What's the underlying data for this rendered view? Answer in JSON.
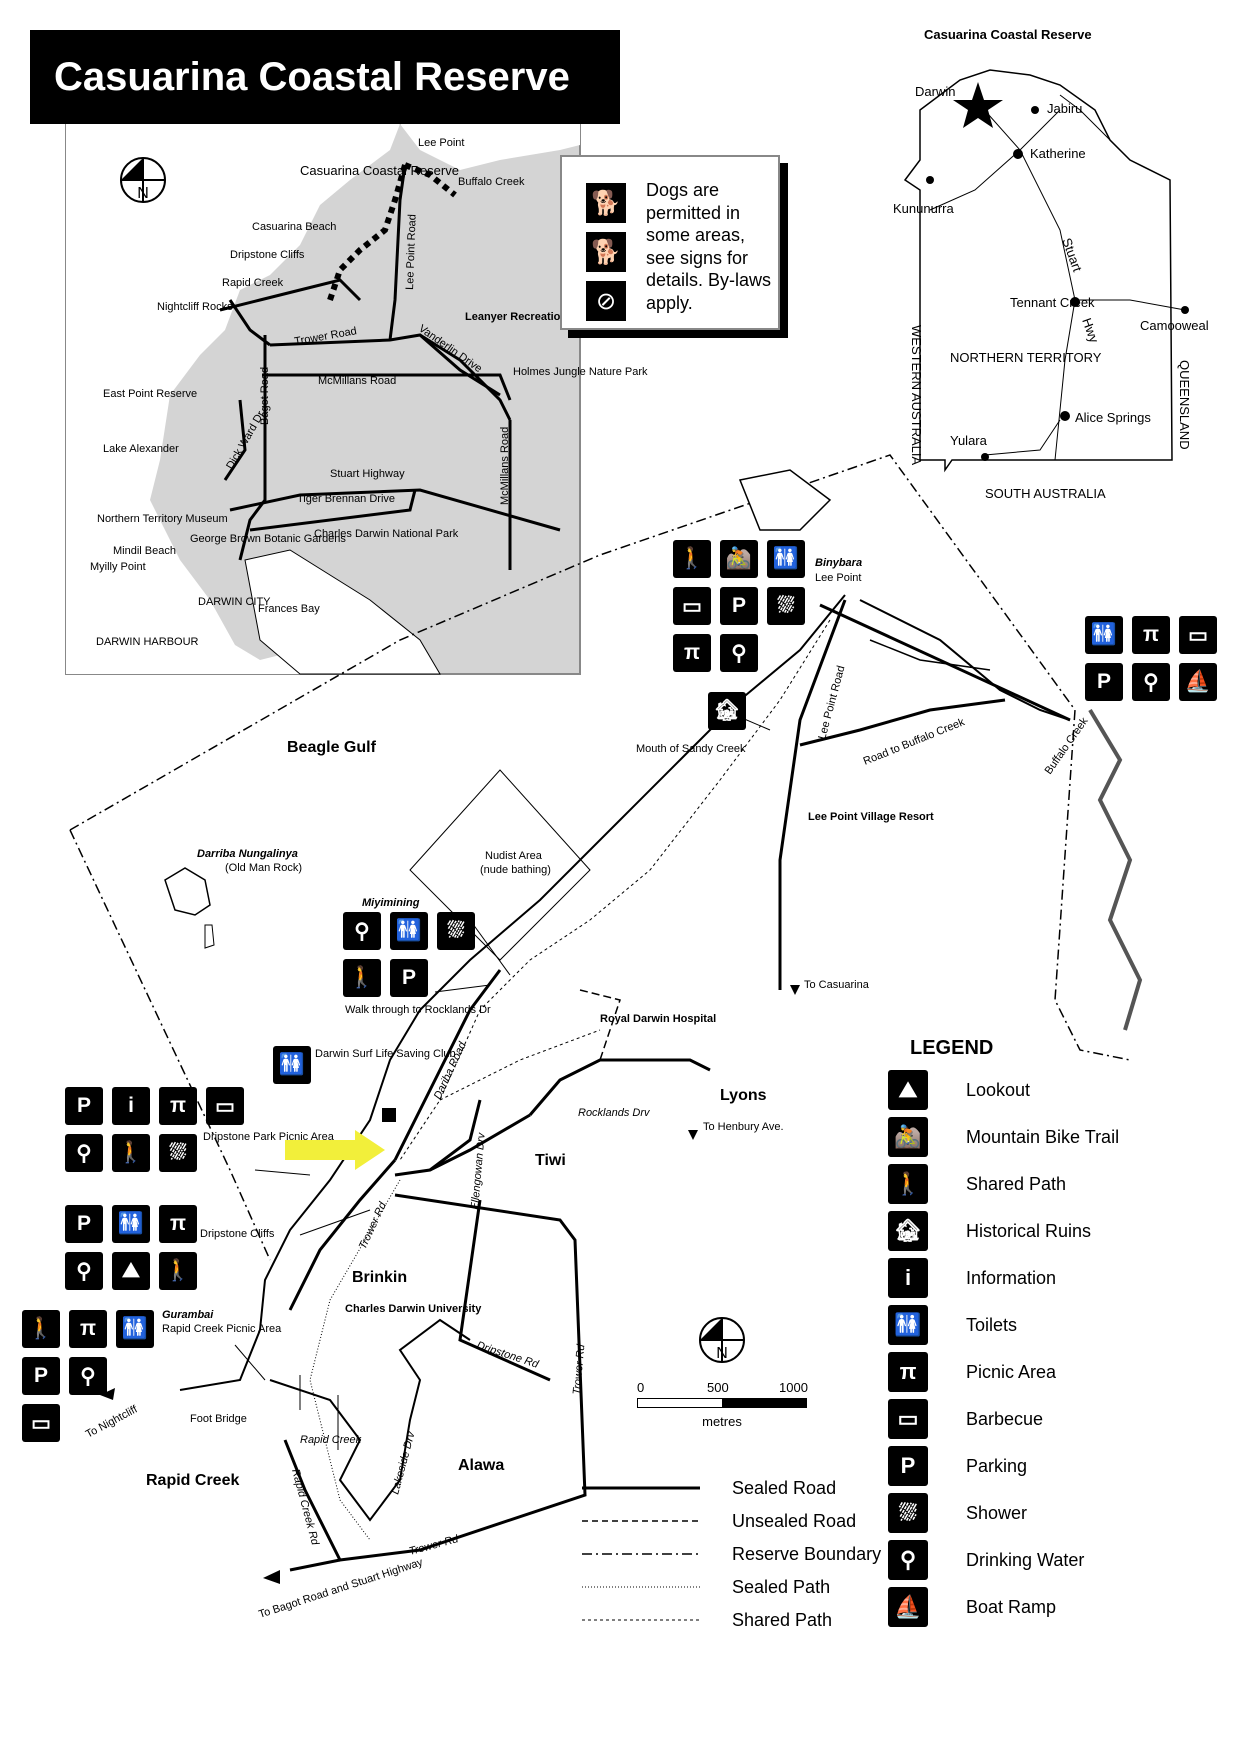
{
  "title": "Casuarina Coastal Reserve",
  "dog_notice": {
    "text": "Dogs are permitted in some areas, see signs for details. By-laws apply.",
    "icons": [
      "dogs-under-control-icon",
      "dog-icon",
      "no-dogs-icon"
    ]
  },
  "north_arrow": "N",
  "inset_map": {
    "labels": {
      "lee_point": "Lee Point",
      "casuarina_coastal_reserve": "Casuarina Coastal Reserve",
      "buffalo_creek": "Buffalo Creek",
      "casuarina_beach": "Casuarina Beach",
      "dripstone_cliffs": "Dripstone Cliffs",
      "rapid_creek": "Rapid Creek",
      "nightcliff_rocks": "Nightcliff Rocks",
      "lee_point_road": "Lee Point Road",
      "trower_road": "Trower Road",
      "vanderlin_drive": "Vanderlin Drive",
      "leanyer_recreation_park": "Leanyer Recreation Park",
      "holmes_jungle_nature_park": "Holmes Jungle Nature Park",
      "east_point_reserve": "East Point Reserve",
      "bagot_road": "Bagot Road",
      "mcmillans_road": "McMillans Road",
      "mcmillans_road_vertical": "McMillans Road",
      "dick_ward_dr": "Dick Ward Dr",
      "lake_alexander": "Lake Alexander",
      "stuart_highway": "Stuart Highway",
      "tiger_brennan_drive": "Tiger Brennan Drive",
      "charles_darwin_national_park": "Charles Darwin National Park",
      "nt_museum": "Northern Territory Museum",
      "george_brown_botanic_gardens": "George Brown Botanic Gardens",
      "mindil_beach": "Mindil Beach",
      "myilly_point": "Myilly Point",
      "darwin_city": "DARWIN CITY",
      "frances_bay": "Frances Bay",
      "darwin_harbour": "DARWIN HARBOUR"
    }
  },
  "nt_map": {
    "labels": {
      "casuarina_coastal_reserve": "Casuarina Coastal Reserve",
      "darwin": "Darwin",
      "jabiru": "Jabiru",
      "katherine": "Katherine",
      "kununurra": "Kununurra",
      "stuart": "Stuart",
      "hwy": "Hwy",
      "tennant_creek": "Tennant Creek",
      "camooweal": "Camooweal",
      "northern_territory": "NORTHERN TERRITORY",
      "western_australia": "WESTERN AUSTRALIA",
      "queensland": "QUEENSLAND",
      "alice_springs": "Alice Springs",
      "yulara": "Yulara",
      "south_australia": "SOUTH   AUSTRALIA"
    }
  },
  "main_map": {
    "labels": {
      "binybara": "Binybara",
      "lee_point": "Lee Point",
      "lee_point_road": "Lee Point Road",
      "road_to_buffalo_creek": "Road to Buffalo Creek",
      "buffalo_creek": "Buffalo Creek",
      "mouth_of_sandy_creek": "Mouth of Sandy Creek",
      "lee_point_village_resort": "Lee Point Village Resort",
      "beagle_gulf": "Beagle Gulf",
      "darriba_nungalinya": "Darriba Nungalinya",
      "old_man_rock": "(Old Man Rock)",
      "nudist_area": "Nudist Area",
      "nude_bathing": "(nude bathing)",
      "miyimining": "Miyimining",
      "walk_through": "Walk through to Rocklands Dr",
      "to_casuarina": "To Casuarina",
      "royal_darwin_hospital": "Royal Darwin Hospital",
      "darwin_surf_life_saving_club": "Darwin Surf Life Saving Club",
      "lyons": "Lyons",
      "rocklands_drv": "Rocklands Drv",
      "to_henbury_ave": "To Henbury Ave.",
      "dariba_road": "Dariba Road",
      "dripstone_park_picnic_area": "Dripstone Park Picnic Area",
      "tiwi": "Tiwi",
      "dripstone_cliffs": "Dripstone Cliffs",
      "trower_rd": "Trower Rd",
      "ellengowan_drv": "Ellengowan Drv",
      "brinkin": "Brinkin",
      "charles_darwin_university": "Charles Darwin University",
      "gurambai": "Gurambai",
      "rapid_creek_picnic_area": "Rapid Creek Picnic Area",
      "dripstone_rd": "Dripstone Rd",
      "trower_rd_east": "Trower Rd",
      "to_nightcliff": "To Nightcliff",
      "foot_bridge": "Foot Bridge",
      "rapid_creek_water": "Rapid Creek",
      "lakeside_drv": "Lakeside Drv",
      "alawa": "Alawa",
      "rapid_creek_suburb": "Rapid Creek",
      "rapid_creek_rd": "Rapid Creek Rd",
      "trower_rd_south": "Trower Rd",
      "to_bagot_road": "To Bagot Road and Stuart Highway"
    }
  },
  "scale": {
    "ticks": [
      "0",
      "500",
      "1000"
    ],
    "unit": "metres"
  },
  "line_legend": [
    {
      "label": "Sealed Road",
      "style": "solid"
    },
    {
      "label": "Unsealed Road",
      "style": "dashed"
    },
    {
      "label": "Reserve Boundary",
      "style": "dashdot"
    },
    {
      "label": "Sealed Path",
      "style": "dotted"
    },
    {
      "label": "Shared Path",
      "style": "fine-dashed"
    }
  ],
  "legend": {
    "title": "LEGEND",
    "items": [
      {
        "label": "Lookout",
        "icon": "lookout-icon",
        "glyph": "⛰"
      },
      {
        "label": "Mountain Bike Trail",
        "icon": "mountain-bike-icon",
        "glyph": "🚵"
      },
      {
        "label": "Shared Path",
        "icon": "shared-path-icon",
        "glyph": "🚶"
      },
      {
        "label": "Historical Ruins",
        "icon": "ruins-icon",
        "glyph": "🏚"
      },
      {
        "label": "Information",
        "icon": "information-icon",
        "glyph": "i"
      },
      {
        "label": "Toilets",
        "icon": "toilets-icon",
        "glyph": "🚻"
      },
      {
        "label": "Picnic Area",
        "icon": "picnic-icon",
        "glyph": "π"
      },
      {
        "label": "Barbecue",
        "icon": "barbecue-icon",
        "glyph": "▭"
      },
      {
        "label": "Parking",
        "icon": "parking-icon",
        "glyph": "P"
      },
      {
        "label": "Shower",
        "icon": "shower-icon",
        "glyph": "⛆"
      },
      {
        "label": "Drinking Water",
        "icon": "drinking-water-icon",
        "glyph": "⚲"
      },
      {
        "label": "Boat Ramp",
        "icon": "boat-ramp-icon",
        "glyph": "⛵"
      }
    ]
  },
  "colors": {
    "highlight_arrow": "#f2ef3a",
    "inset_background": "#d4d4d4"
  }
}
